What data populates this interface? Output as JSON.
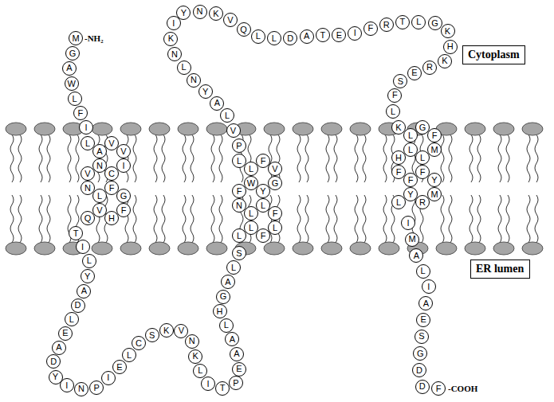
{
  "diagram": {
    "nodes": [
      {
        "text": [
          "M"
        ]
      },
      {
        "text": [
          "G"
        ]
      },
      {
        "text": [
          "A"
        ]
      },
      {
        "text": [
          "W"
        ]
      },
      {
        "text": [
          "L"
        ]
      },
      {
        "text": [
          "F"
        ]
      },
      {
        "text": [
          "I"
        ]
      },
      {
        "text": [
          "L"
        ]
      },
      {
        "text": [
          "A"
        ]
      },
      {
        "text": [
          "V"
        ]
      },
      {
        "text": [
          "V"
        ]
      },
      {
        "text": [
          "I"
        ]
      },
      {
        "text": [
          "C"
        ]
      },
      {
        "text": [
          "N"
        ]
      },
      {
        "text": [
          "V"
        ]
      },
      {
        "text": [
          "N"
        ]
      },
      {
        "text": [
          "L"
        ]
      },
      {
        "text": [
          "F"
        ]
      },
      {
        "text": [
          "G"
        ]
      },
      {
        "text": [
          "F"
        ]
      },
      {
        "text": [
          "H"
        ]
      },
      {
        "text": [
          "V"
        ]
      },
      {
        "text": [
          "Q"
        ]
      },
      {
        "text": [
          "T"
        ]
      },
      {
        "text": [
          "I"
        ]
      },
      {
        "text": [
          "L"
        ]
      },
      {
        "text": [
          "Y"
        ]
      },
      {
        "text": [
          "A"
        ]
      },
      {
        "text": [
          "D"
        ]
      },
      {
        "text": [
          "L"
        ]
      },
      {
        "text": [
          "E"
        ]
      },
      {
        "text": [
          "A"
        ]
      },
      {
        "text": [
          "D"
        ]
      },
      {
        "text": [
          "Y"
        ]
      },
      {
        "text": [
          "I"
        ]
      },
      {
        "text": [
          "N"
        ]
      },
      {
        "text": [
          "P"
        ]
      },
      {
        "text": [
          "I"
        ]
      },
      {
        "text": [
          "E"
        ]
      },
      {
        "text": [
          "L"
        ]
      },
      {
        "text": [
          "C"
        ]
      },
      {
        "text": [
          "S"
        ]
      },
      {
        "text": [
          "K"
        ]
      },
      {
        "text": [
          "V"
        ]
      },
      {
        "text": [
          "N"
        ]
      },
      {
        "text": [
          "K"
        ]
      },
      {
        "text": [
          "L"
        ]
      },
      {
        "text": [
          "I"
        ]
      },
      {
        "text": [
          "T"
        ]
      },
      {
        "text": [
          "P"
        ]
      },
      {
        "text": [
          "E"
        ]
      },
      {
        "text": [
          "A"
        ]
      },
      {
        "text": [
          "A"
        ]
      },
      {
        "text": [
          "L"
        ]
      },
      {
        "text": [
          "H"
        ]
      },
      {
        "text": [
          "G"
        ]
      },
      {
        "text": [
          "A"
        ]
      },
      {
        "text": [
          "L"
        ]
      },
      {
        "text": [
          "S"
        ]
      },
      {
        "text": [
          "L"
        ]
      },
      {
        "text": [
          "L"
        ]
      },
      {
        "text": [
          "F"
        ]
      },
      {
        "text": [
          "L"
        ]
      },
      {
        "text": [
          "F"
        ]
      },
      {
        "text": [
          "L"
        ]
      },
      {
        "text": [
          "L"
        ]
      },
      {
        "text": [
          "N"
        ]
      },
      {
        "text": [
          "F"
        ]
      },
      {
        "text": [
          "W"
        ]
      },
      {
        "text": [
          "Y"
        ]
      },
      {
        "text": [
          "G"
        ]
      },
      {
        "text": [
          "V"
        ]
      },
      {
        "text": [
          "F"
        ]
      },
      {
        "text": [
          "L"
        ]
      },
      {
        "text": [
          "L"
        ]
      },
      {
        "text": [
          "P"
        ]
      },
      {
        "text": [
          "V"
        ]
      },
      {
        "text": [
          "L"
        ]
      },
      {
        "text": [
          "A"
        ]
      },
      {
        "text": [
          "Y"
        ]
      },
      {
        "text": [
          "N"
        ]
      },
      {
        "text": [
          "L"
        ]
      },
      {
        "text": [
          "N"
        ]
      },
      {
        "text": [
          "K"
        ]
      },
      {
        "text": [
          "I"
        ]
      },
      {
        "text": [
          "Y"
        ]
      },
      {
        "text": [
          "N"
        ]
      },
      {
        "text": [
          "K"
        ]
      },
      {
        "text": [
          "V"
        ]
      },
      {
        "text": [
          "Q"
        ]
      },
      {
        "text": [
          "L"
        ]
      },
      {
        "text": [
          "L"
        ]
      },
      {
        "text": [
          "D"
        ]
      },
      {
        "text": [
          "A"
        ]
      },
      {
        "text": [
          "T"
        ]
      },
      {
        "text": [
          "E"
        ]
      },
      {
        "text": [
          "I"
        ]
      },
      {
        "text": [
          "F"
        ]
      },
      {
        "text": [
          "R"
        ]
      },
      {
        "text": [
          "T"
        ]
      },
      {
        "text": [
          "L"
        ]
      },
      {
        "text": [
          "G"
        ]
      },
      {
        "text": [
          "K"
        ]
      },
      {
        "text": [
          "H"
        ]
      },
      {
        "text": [
          "K"
        ]
      },
      {
        "text": [
          "R"
        ]
      },
      {
        "text": [
          "E"
        ]
      },
      {
        "text": [
          "S"
        ]
      },
      {
        "text": [
          "F"
        ]
      },
      {
        "text": [
          "L"
        ]
      },
      {
        "text": [
          "K"
        ]
      },
      {
        "text": [
          "L"
        ]
      },
      {
        "text": [
          "G"
        ]
      },
      {
        "text": [
          "F"
        ]
      },
      {
        "text": [
          "M"
        ]
      },
      {
        "text": [
          "L"
        ]
      },
      {
        "text": [
          "L"
        ]
      },
      {
        "text": [
          "H"
        ]
      },
      {
        "text": [
          "F"
        ]
      },
      {
        "text": [
          "F"
        ]
      },
      {
        "text": [
          "F"
        ]
      },
      {
        "text": [
          "Y"
        ]
      },
      {
        "text": [
          "M"
        ]
      },
      {
        "text": [
          "R"
        ]
      },
      {
        "text": [
          "Y"
        ]
      },
      {
        "text": [
          "L"
        ]
      },
      {
        "text": [
          "I"
        ]
      },
      {
        "text": [
          "M"
        ]
      },
      {
        "text": [
          "A"
        ]
      },
      {
        "text": [
          "L"
        ]
      },
      {
        "text": [
          "I"
        ]
      },
      {
        "text": [
          "A"
        ]
      },
      {
        "text": [
          "E"
        ]
      },
      {
        "text": [
          "S"
        ]
      },
      {
        "text": [
          "G"
        ]
      },
      {
        "text": [
          "D"
        ]
      },
      {
        "text": [
          "D"
        ]
      },
      {
        "text": [
          "F"
        ]
      },
      {
        "text": [
          "Cytoplasm"
        ]
      },
      {
        "text": [
          "ER lumen"
        ]
      }
    ],
    "labels": [
      "-NH₂",
      "-COOH"
    ]
  }
}
